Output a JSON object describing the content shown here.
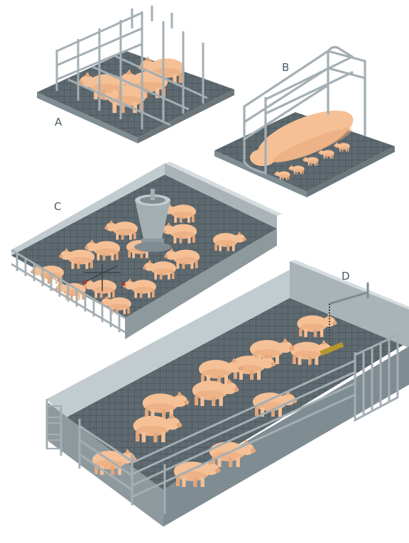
{
  "labels": {
    "a": "A",
    "b": "B",
    "c": "C",
    "d": "D"
  },
  "colors": {
    "pig": "#f6c096",
    "pig_shadow": "#e5a67a",
    "metal": "#a4afb4",
    "metal_dark": "#7f8c92",
    "floor": "#5e6a70",
    "floor_grid": "#4c565b",
    "wall_light": "#c2cbcf",
    "wall_mid": "#a9b3b8",
    "wall_dark": "#8e999e",
    "chain": "#3b4449",
    "bar_accent": "#b8962e"
  }
}
